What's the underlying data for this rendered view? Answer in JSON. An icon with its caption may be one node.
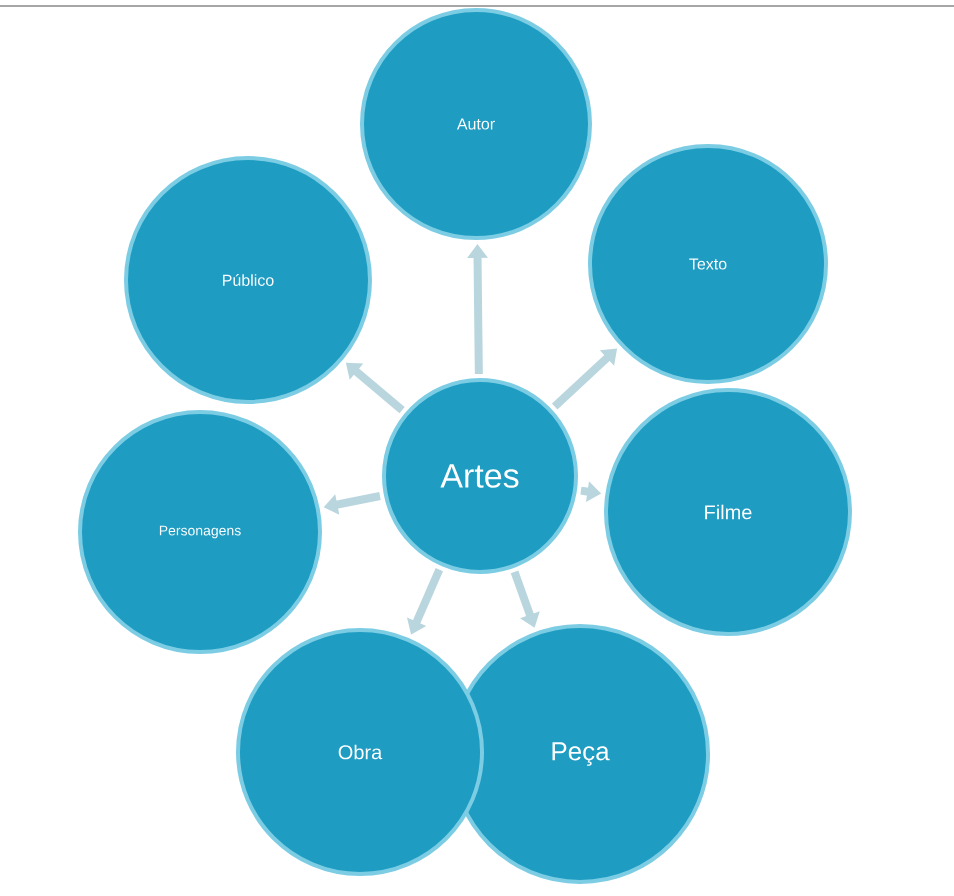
{
  "diagram": {
    "nodes": [
      {
        "text": [
          "Artes"
        ]
      },
      {
        "text": [
          "Autor"
        ]
      },
      {
        "text": [
          "Texto"
        ]
      },
      {
        "text": [
          "Filme"
        ]
      },
      {
        "text": [
          "Peça"
        ]
      },
      {
        "text": [
          "Obra"
        ]
      },
      {
        "text": [
          "Personagens"
        ]
      },
      {
        "text": [
          "Público"
        ]
      }
    ],
    "edges": [
      {
        "from": 0,
        "to": 1,
        "arrow": "to"
      },
      {
        "from": 0,
        "to": 2,
        "arrow": "to"
      },
      {
        "from": 0,
        "to": 3,
        "arrow": "to"
      },
      {
        "from": 0,
        "to": 4,
        "arrow": "to"
      },
      {
        "from": 0,
        "to": 5,
        "arrow": "to"
      },
      {
        "from": 0,
        "to": 6,
        "arrow": "to"
      },
      {
        "from": 0,
        "to": 7,
        "arrow": "to"
      }
    ]
  }
}
